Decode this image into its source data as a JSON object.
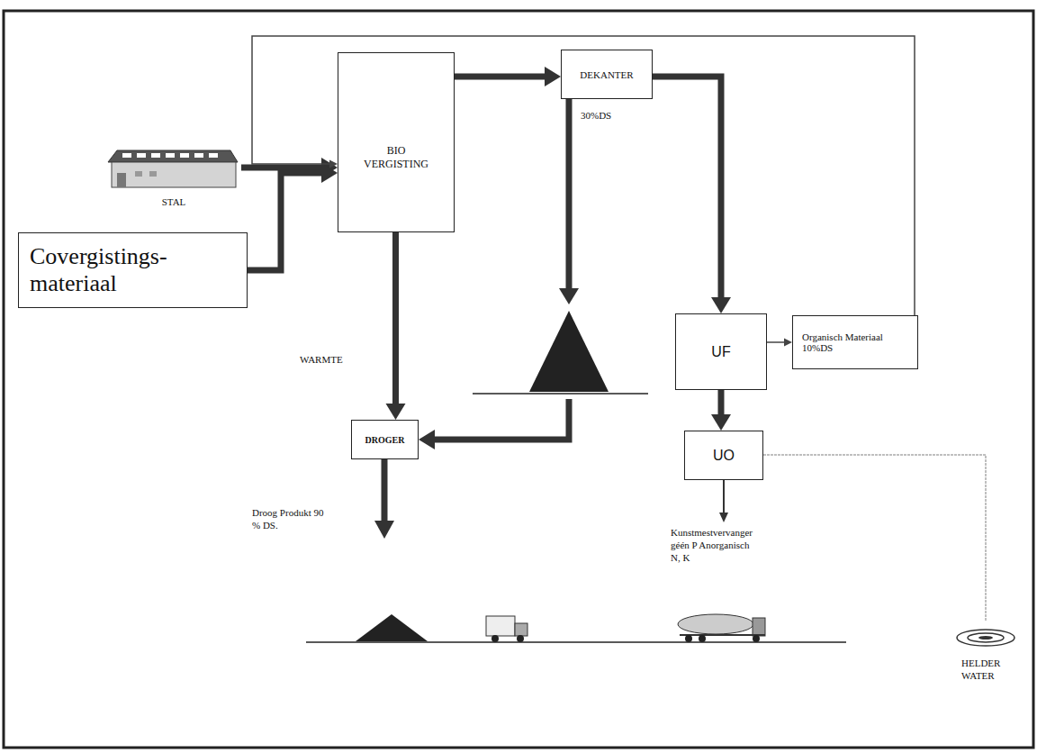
{
  "diagram": {
    "nodes": [
      {
        "text": [
          "STAL"
        ]
      },
      {
        "text": [
          "Covergistings- materiaal"
        ]
      },
      {
        "text": [
          "BIO VERGISTING"
        ]
      },
      {
        "text": [
          "DEKANTER"
        ]
      },
      {
        "text": [
          "UF"
        ]
      },
      {
        "text": [
          "Organisch Materiaal 10%DS"
        ]
      },
      {
        "text": [
          "DROGER"
        ]
      },
      {
        "text": [
          "UO"
        ]
      }
    ],
    "edges": [
      {
        "from": 0,
        "to": 2,
        "arrow": "to"
      },
      {
        "from": 1,
        "to": 2,
        "arrow": "to"
      },
      {
        "from": 2,
        "to": 3,
        "arrow": "to"
      },
      {
        "from": 3,
        "to": 4,
        "arrow": "to"
      },
      {
        "from": 4,
        "to": 5,
        "arrow": "to"
      },
      {
        "from": 5,
        "to": 2,
        "arrow": "to"
      },
      {
        "from": 2,
        "to": 6,
        "label": "WARMTE",
        "arrow": "to"
      },
      {
        "from": 3,
        "to": 6,
        "label": "30%DS",
        "arrow": "to"
      },
      {
        "from": 4,
        "to": 7,
        "arrow": "to"
      }
    ],
    "labels": [
      "Droog Produkt 90 % DS.",
      "Kunstmestvervanger géén P Anorganisch N, K",
      "HELDER WATER"
    ]
  }
}
